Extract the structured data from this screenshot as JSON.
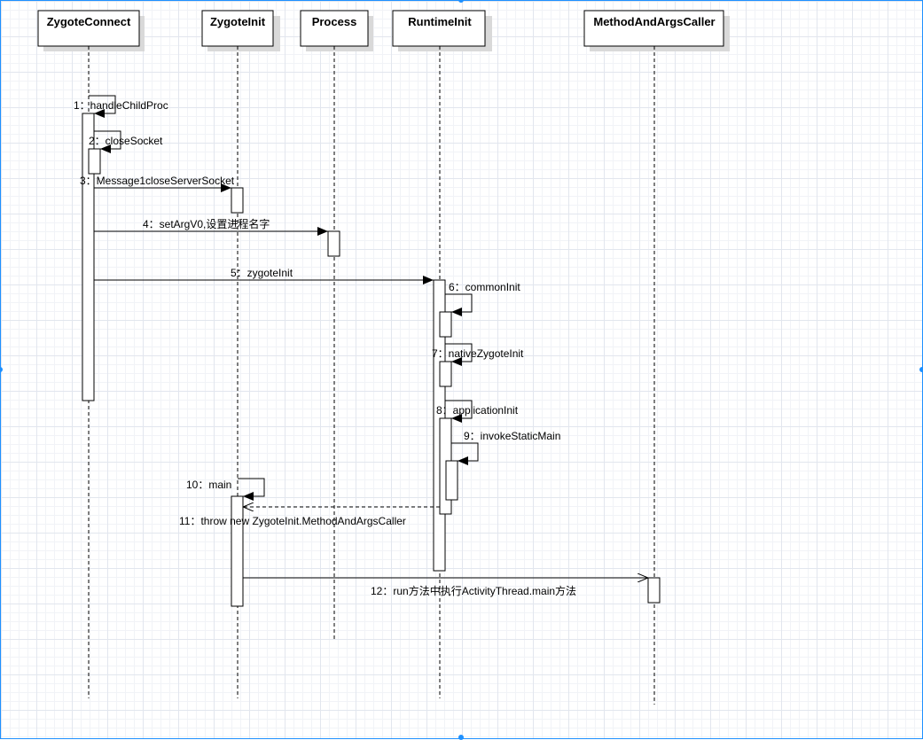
{
  "lifelines": [
    {
      "id": "zc",
      "label": "ZygoteConnect"
    },
    {
      "id": "zi",
      "label": "ZygoteInit"
    },
    {
      "id": "pr",
      "label": "Process"
    },
    {
      "id": "ri",
      "label": "RuntimeInit"
    },
    {
      "id": "ma",
      "label": "MethodAndArgsCaller"
    }
  ],
  "messages": [
    {
      "n": 1,
      "label": "1：handleChildProc",
      "from": "zc",
      "to": "zc",
      "kind": "self"
    },
    {
      "n": 2,
      "label": "2：closeSocket",
      "from": "zc",
      "to": "zc",
      "kind": "self"
    },
    {
      "n": 3,
      "label": "3：Message1closeServerSocket",
      "from": "zc",
      "to": "zi",
      "kind": "sync"
    },
    {
      "n": 4,
      "label": "4：setArgV0,设置进程名字",
      "from": "zc",
      "to": "pr",
      "kind": "sync"
    },
    {
      "n": 5,
      "label": "5：zygoteInit",
      "from": "zc",
      "to": "ri",
      "kind": "sync"
    },
    {
      "n": 6,
      "label": "6：commonInit",
      "from": "ri",
      "to": "ri",
      "kind": "self"
    },
    {
      "n": 7,
      "label": "7：nativeZygoteInit",
      "from": "ri",
      "to": "ri",
      "kind": "self"
    },
    {
      "n": 8,
      "label": "8：applicationInit",
      "from": "ri",
      "to": "ri",
      "kind": "self"
    },
    {
      "n": 9,
      "label": "9：invokeStaticMain",
      "from": "ri",
      "to": "ri",
      "kind": "self"
    },
    {
      "n": 10,
      "label": "10：main",
      "from": "zi",
      "to": "zi",
      "kind": "self"
    },
    {
      "n": 11,
      "label": "11：throw new ZygoteInit.MethodAndArgsCaller",
      "from": "ri",
      "to": "zi",
      "kind": "return"
    },
    {
      "n": 12,
      "label": "12：run方法中执行ActivityThread.main方法",
      "from": "zi",
      "to": "ma",
      "kind": "async"
    }
  ],
  "colors": {
    "line": "#000000",
    "box": "#ffffff",
    "shadow": "#d9d9d9",
    "selection": "#1e90ff"
  }
}
